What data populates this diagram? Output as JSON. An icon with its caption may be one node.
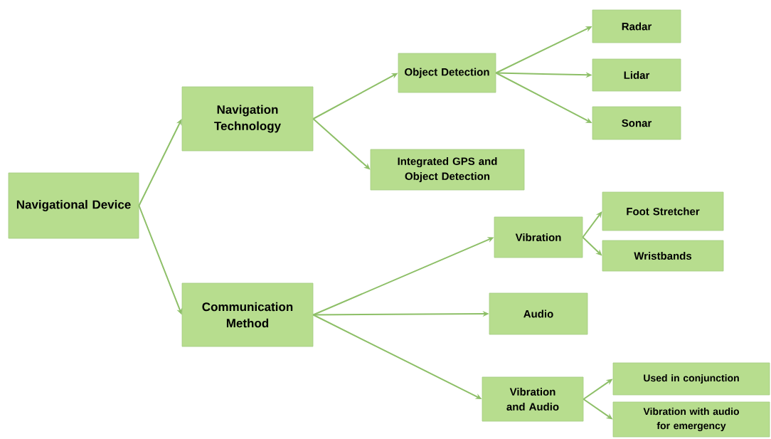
{
  "diagram": {
    "nodes": [
      {
        "text": [
          "Navigational Device"
        ]
      },
      {
        "text": [
          "Navigation Technology"
        ]
      },
      {
        "text": [
          "Communication Method"
        ]
      },
      {
        "text": [
          "Object Detection"
        ]
      },
      {
        "text": [
          "Integrated GPS and Object Detection"
        ]
      },
      {
        "text": [
          "Radar"
        ]
      },
      {
        "text": [
          "Lidar"
        ]
      },
      {
        "text": [
          "Sonar"
        ]
      },
      {
        "text": [
          "Vibration"
        ]
      },
      {
        "text": [
          "Foot Stretcher"
        ]
      },
      {
        "text": [
          "Wristbands"
        ]
      },
      {
        "text": [
          "Audio"
        ]
      },
      {
        "text": [
          "Vibration and Audio"
        ]
      },
      {
        "text": [
          "Used in conjunction"
        ]
      },
      {
        "text": [
          "Vibration with audio for emergency"
        ]
      }
    ],
    "edges": [
      {
        "from": 0,
        "to": 1,
        "arrow": "to"
      },
      {
        "from": 0,
        "to": 2,
        "arrow": "to"
      },
      {
        "from": 1,
        "to": 3,
        "arrow": "to"
      },
      {
        "from": 1,
        "to": 4,
        "arrow": "to"
      },
      {
        "from": 3,
        "to": 5,
        "arrow": "to"
      },
      {
        "from": 3,
        "to": 6,
        "arrow": "to"
      },
      {
        "from": 3,
        "to": 7,
        "arrow": "to"
      },
      {
        "from": 2,
        "to": 8,
        "arrow": "to"
      },
      {
        "from": 2,
        "to": 11,
        "arrow": "to"
      },
      {
        "from": 2,
        "to": 12,
        "arrow": "to"
      },
      {
        "from": 8,
        "to": 9,
        "arrow": "to"
      },
      {
        "from": 8,
        "to": 10,
        "arrow": "to"
      },
      {
        "from": 12,
        "to": 13,
        "arrow": "to"
      },
      {
        "from": 12,
        "to": 14,
        "arrow": "to"
      }
    ]
  }
}
